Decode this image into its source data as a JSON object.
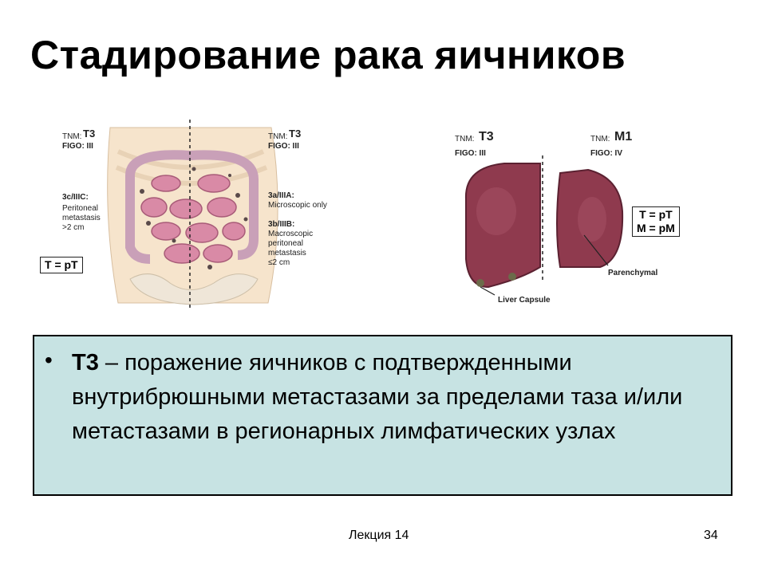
{
  "slide": {
    "title": "Стадирование рака яичников",
    "footer_label": "Лекция 14",
    "page_number": "34"
  },
  "left_figure": {
    "tnm_left_prefix": "TNM:",
    "tnm_left_value": "T3",
    "figo_left": "FIGO: III",
    "stage_left": "3c/IIIC:",
    "desc_left": [
      "Peritoneal",
      "metastasis",
      ">2 cm"
    ],
    "tnm_right_prefix": "TNM:",
    "tnm_right_value": "T3",
    "figo_right": "FIGO: III",
    "stage_right_a": "3a/IIIA:",
    "desc_right_a": "Microscopic only",
    "stage_right_b": "3b/IIIB:",
    "desc_right_b": [
      "Macroscopic",
      "peritoneal",
      "metastasis",
      "≤2 cm"
    ],
    "boxed_label": "T = pT"
  },
  "right_figure": {
    "tnm_left_prefix": "TNM:",
    "tnm_left_value": "T3",
    "figo_left": "FIGO: III",
    "tnm_right_prefix": "TNM:",
    "tnm_right_value": "M1",
    "figo_right": "FIGO: IV",
    "boxed_line1": "T = pT",
    "boxed_line2": "M = pM",
    "parenchymal_label": "Parenchymal",
    "capsule_label": "Liver Capsule"
  },
  "bullet": {
    "lead": "T3",
    "text": " – поражение яичников с подтвержденными внутрибрюшными метастазами за пределами таза и/или метастазами в регионарных лимфатических узлах"
  },
  "colors": {
    "box_background": "#c7e3e3",
    "liver": "#8f3a4e",
    "intestine": "#d98aa6"
  }
}
